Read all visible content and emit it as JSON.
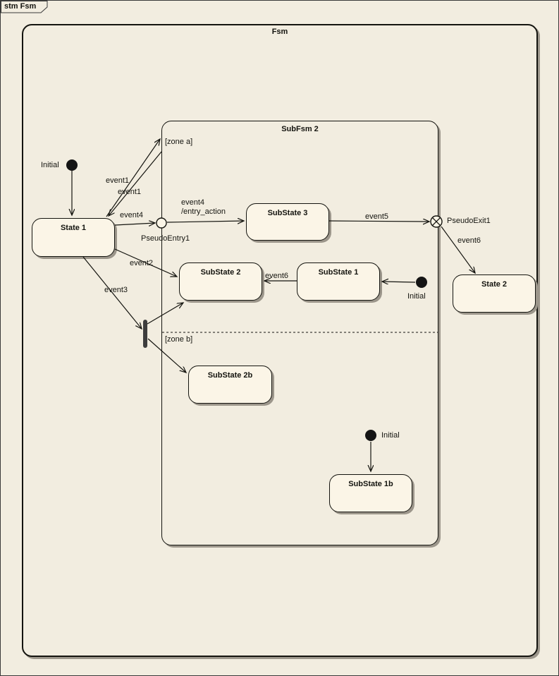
{
  "frame": {
    "tab": "stm Fsm"
  },
  "diagram": {
    "fsm_title": "Fsm",
    "subfsm_title": "SubFsm 2",
    "zone_a": "[zone a]",
    "zone_b": "[zone b]"
  },
  "states": {
    "state1": "State 1",
    "state2": "State 2",
    "substate1": "SubState 1",
    "substate2": "SubState 2",
    "substate3": "SubState 3",
    "substate1b": "SubState 1b",
    "substate2b": "SubState 2b"
  },
  "pseudostates": {
    "initial_top": "Initial",
    "initial_right": "Initial",
    "initial_bottom": "Initial",
    "entry": "PseudoEntry1",
    "exit": "PseudoExit1"
  },
  "transitions": {
    "event1_up": "event1",
    "event1_down": "event1",
    "event2": "event2",
    "event3": "event3",
    "event4_outer": "event4",
    "event4_inner": "event4",
    "entry_action": "/entry_action",
    "event5": "event5",
    "event6_outer": "event6",
    "event6_inner": "event6"
  },
  "colors": {
    "background": "#F2EDE0",
    "node_fill": "#FBF5E7",
    "line": "#14140F",
    "shadow": "#9C968B",
    "fork_fill": "#3D3D3D"
  }
}
